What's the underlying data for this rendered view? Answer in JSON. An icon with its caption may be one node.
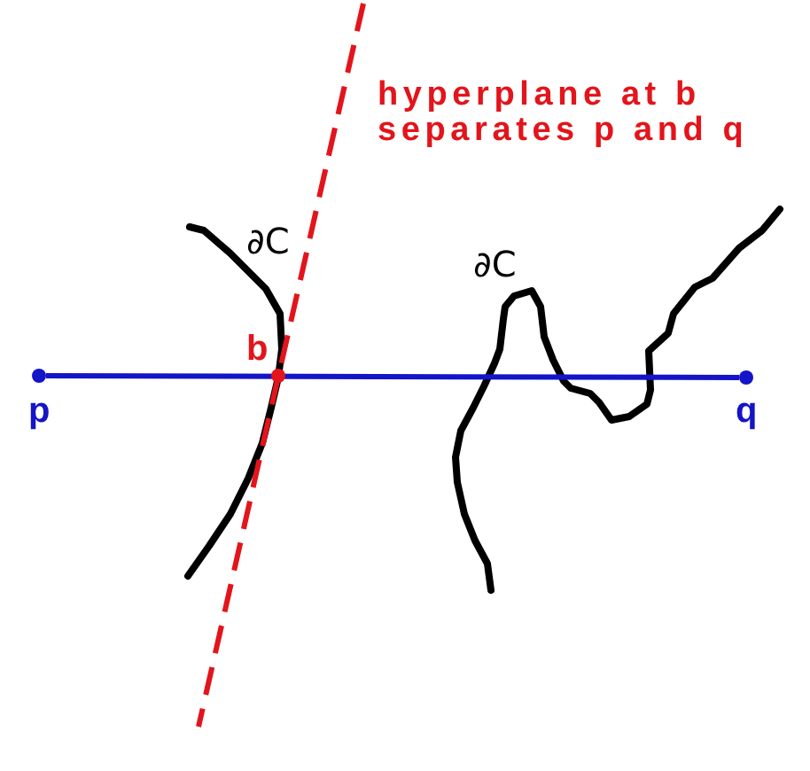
{
  "diagram": {
    "nodes": [
      {
        "text": [],
        "shape": "circle",
        "beside": [
          "p"
        ]
      },
      {
        "text": [],
        "shape": "circle",
        "beside": [
          "q"
        ]
      }
    ],
    "edges": [
      {
        "from": 0,
        "to": 1,
        "arrow": "none",
        "color": "#1414c8"
      }
    ],
    "labels": [
      "hyperplane at b separates p and q",
      "∂C",
      "∂C",
      "b"
    ]
  }
}
